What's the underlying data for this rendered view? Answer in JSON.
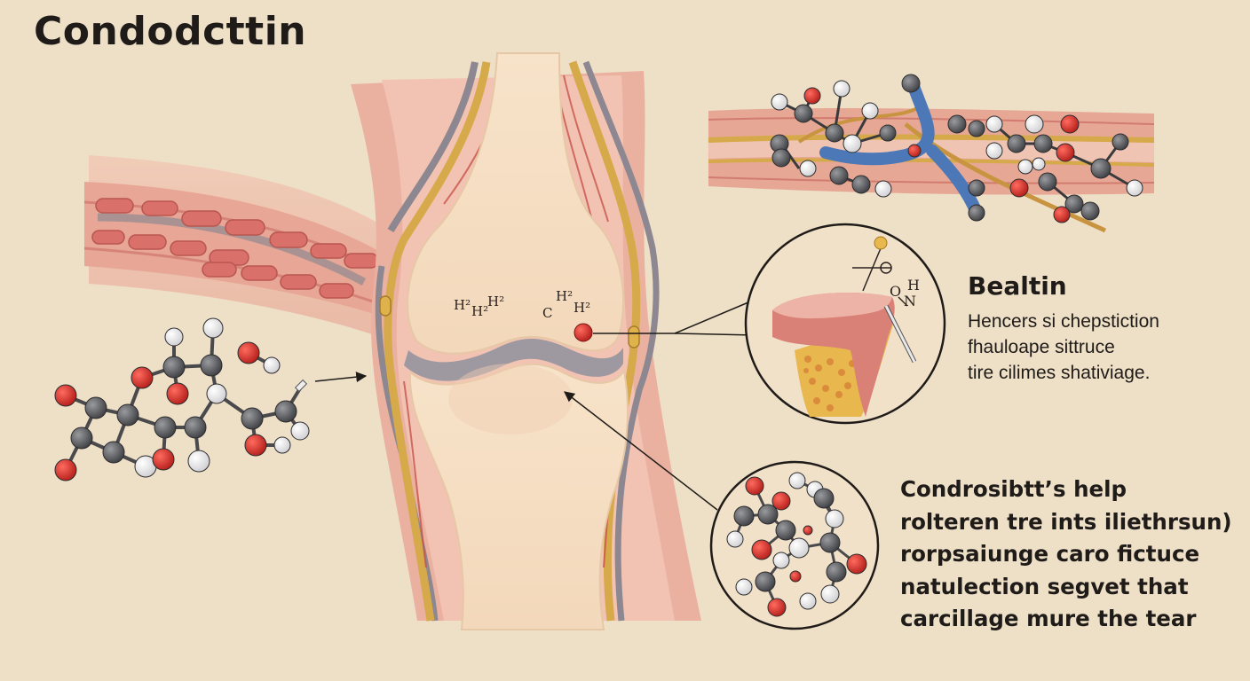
{
  "title": "Condodcttin",
  "joint_labels": [
    "H²",
    "H²",
    "H²",
    "C",
    "H²",
    "H²"
  ],
  "callout_1": {
    "title": "Bealtin",
    "chem_labels": [
      "O",
      "H",
      "N"
    ],
    "lines": [
      "Hencers si chepstiction",
      "fhauloape sittruce",
      "tire cilimes shativiage."
    ]
  },
  "callout_2": {
    "lines": [
      "Condrosibtt’s help",
      "rolteren tre ints iliethrsun)",
      "rorpsaiunge caro fictuce",
      "natulection segvet that",
      "carcillage mure the tear"
    ]
  },
  "colors": {
    "background": "#eedfc7",
    "tissue": "#e9a99b",
    "cartilage_band": "#d6a94a",
    "bone": "#f4dcc1",
    "atom_red": "#d9302c",
    "atom_gray": "#5e5f62",
    "atom_white": "#f1f1f1",
    "atom_blue": "#4d78b8"
  },
  "icons": [
    "arrow-icon",
    "molecule-icon",
    "cartilage-icon"
  ]
}
